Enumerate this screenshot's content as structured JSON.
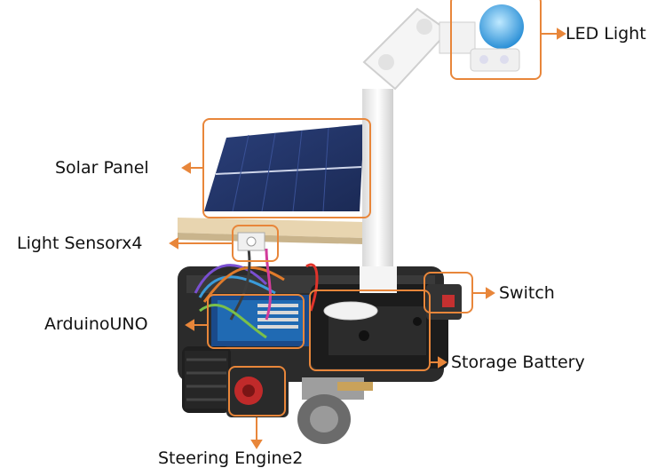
{
  "labels": {
    "led_light": "LED Light",
    "solar_panel": "Solar Panel",
    "light_sensor": "Light Sensorx4",
    "arduino": "ArduinoUNO",
    "switch": "Switch",
    "storage_battery": "Storage Battery",
    "steering_engine": "Steering Engine2"
  },
  "colors": {
    "callout": "#e8863a",
    "text": "#111111",
    "background": "#ffffff"
  }
}
